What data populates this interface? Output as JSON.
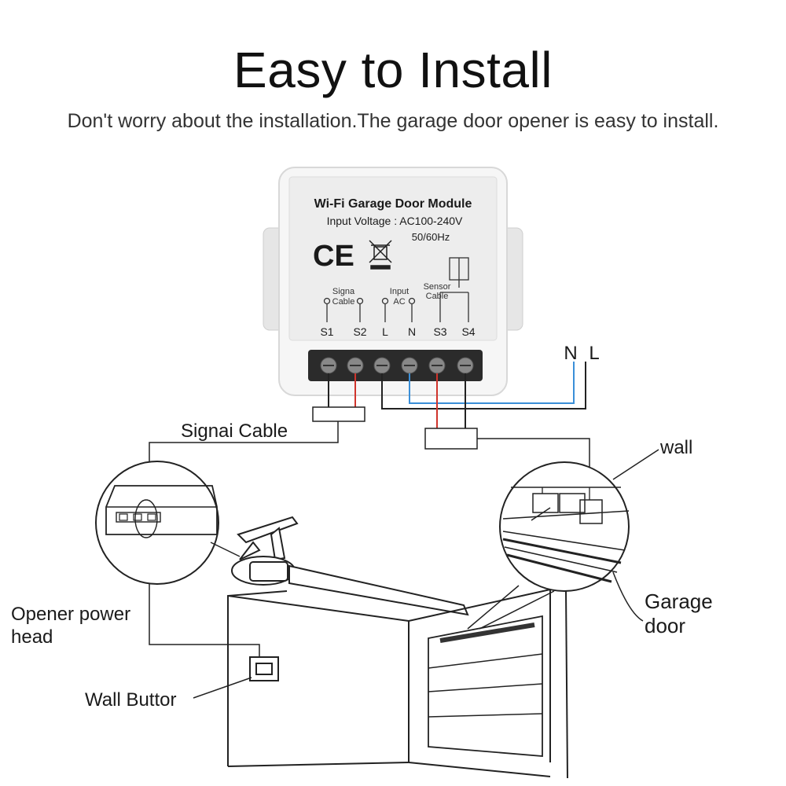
{
  "header": {
    "title": "Easy to Install",
    "subtitle": "Don't worry about the installation.The garage door opener is easy to install."
  },
  "module": {
    "name": "Wi-Fi Garage Door Module",
    "voltage": "Input Voltage : AC100-240V",
    "frequency": "50/60Hz",
    "ce_mark": "CE",
    "signal_label_1": "Signa",
    "signal_label_2": "Cable",
    "input_label_1": "Input",
    "input_label_2": "AC",
    "sensor_label_1": "Sensor",
    "sensor_label_2": "Cable",
    "terminals": [
      "S1",
      "S2",
      "L",
      "N",
      "S3",
      "S4"
    ]
  },
  "power": {
    "n_label": "N",
    "l_label": "L"
  },
  "labels": {
    "signal_cable": "Signai Cable",
    "wall": "wall",
    "garage_door_1": "Garage",
    "garage_door_2": "door",
    "opener_1": "Opener power",
    "opener_2": "head",
    "wall_button": "Wall Buttor"
  },
  "colors": {
    "wire_red": "#d0342c",
    "wire_blue": "#3a8fd8",
    "line": "#222222"
  }
}
